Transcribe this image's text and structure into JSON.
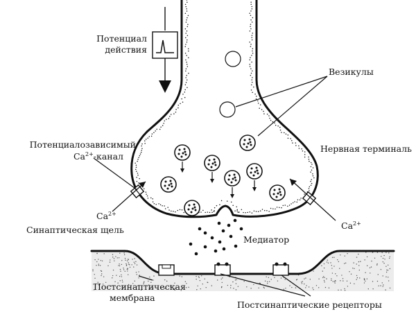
{
  "labels": {
    "action_potential_line1": "Потенциал",
    "action_potential_line2": "действия",
    "vesicles": "Везикулы",
    "nerve_terminal": "Нервная терминаль",
    "ca_channel_line1": "Потенциалозависимый",
    "ca_channel_prefix": "Ca",
    "ca_channel_sup": "2+",
    "ca_channel_suffix": "-канал",
    "ca_left": "Ca",
    "ca_left_sup": "2+",
    "ca_right": "Ca",
    "ca_right_sup": "2+",
    "synaptic_cleft": "Синаптическая щель",
    "mediator": "Медиатор",
    "postsynaptic_membrane_line1": "Постсинаптическая",
    "postsynaptic_membrane_line2": "мембрана",
    "postsynaptic_receptors": "Постсинаптические рецепторы"
  },
  "icons": {
    "action_potential": "spike-waveform-icon",
    "propagation_arrow": "arrow-down-icon"
  },
  "colors": {
    "ink": "#111111",
    "background": "#ffffff"
  }
}
